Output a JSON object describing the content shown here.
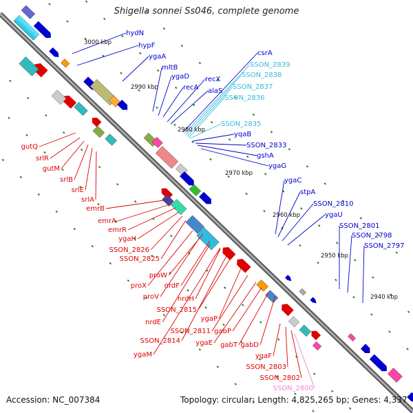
{
  "title": "Shigella sonnei Ss046, complete genome",
  "accession": "Accession: NC_007384",
  "summary": "Topology: circular; Length: 4,825,265 bp; Genes: 4,337",
  "colors": {
    "backbone": "#7a7a7a",
    "forward": "#0000cc",
    "reverse": "#dd0000",
    "rna": "#33bbdd",
    "pseudo": "#ee88cc",
    "grid": "#228822"
  },
  "ticks": [
    "3000 kbp",
    "2990 kbp",
    "2980 kbp",
    "2970 kbp",
    "2960 kbp",
    "2950 kbp",
    "2940 kbp"
  ],
  "forward_labels": [
    "hydN",
    "hypF",
    "ygaA",
    "mltB",
    "ygaD",
    "recA",
    "recX",
    "alaS",
    "csrA",
    "SSON_2839",
    "SSON_2838",
    "SSON_2837",
    "SSON_2836",
    "SSON_2835",
    "yqaB",
    "SSON_2833",
    "gshA",
    "ygaG",
    "ygaC",
    "stpA",
    "SSON_2810",
    "ygaU",
    "SSON_2801",
    "SSON_2798",
    "SSON_2797"
  ],
  "reverse_labels": [
    "gutQ",
    "srlR",
    "gutM",
    "srlB",
    "srlE",
    "srlA",
    "emrB",
    "emrA",
    "emrR",
    "ygaH",
    "SSON_2826",
    "SSON_2825",
    "proW",
    "proX",
    "nrdF",
    "proV",
    "nrdH",
    "SSON_2815",
    "nrdE",
    "ygaP",
    "SSON_2811",
    "SSON_2814",
    "ygaE",
    "gabP",
    "ygaM",
    "gabT",
    "gabD",
    "ygaF",
    "SSON_2803",
    "SSON_2802",
    "SSON_2800"
  ]
}
